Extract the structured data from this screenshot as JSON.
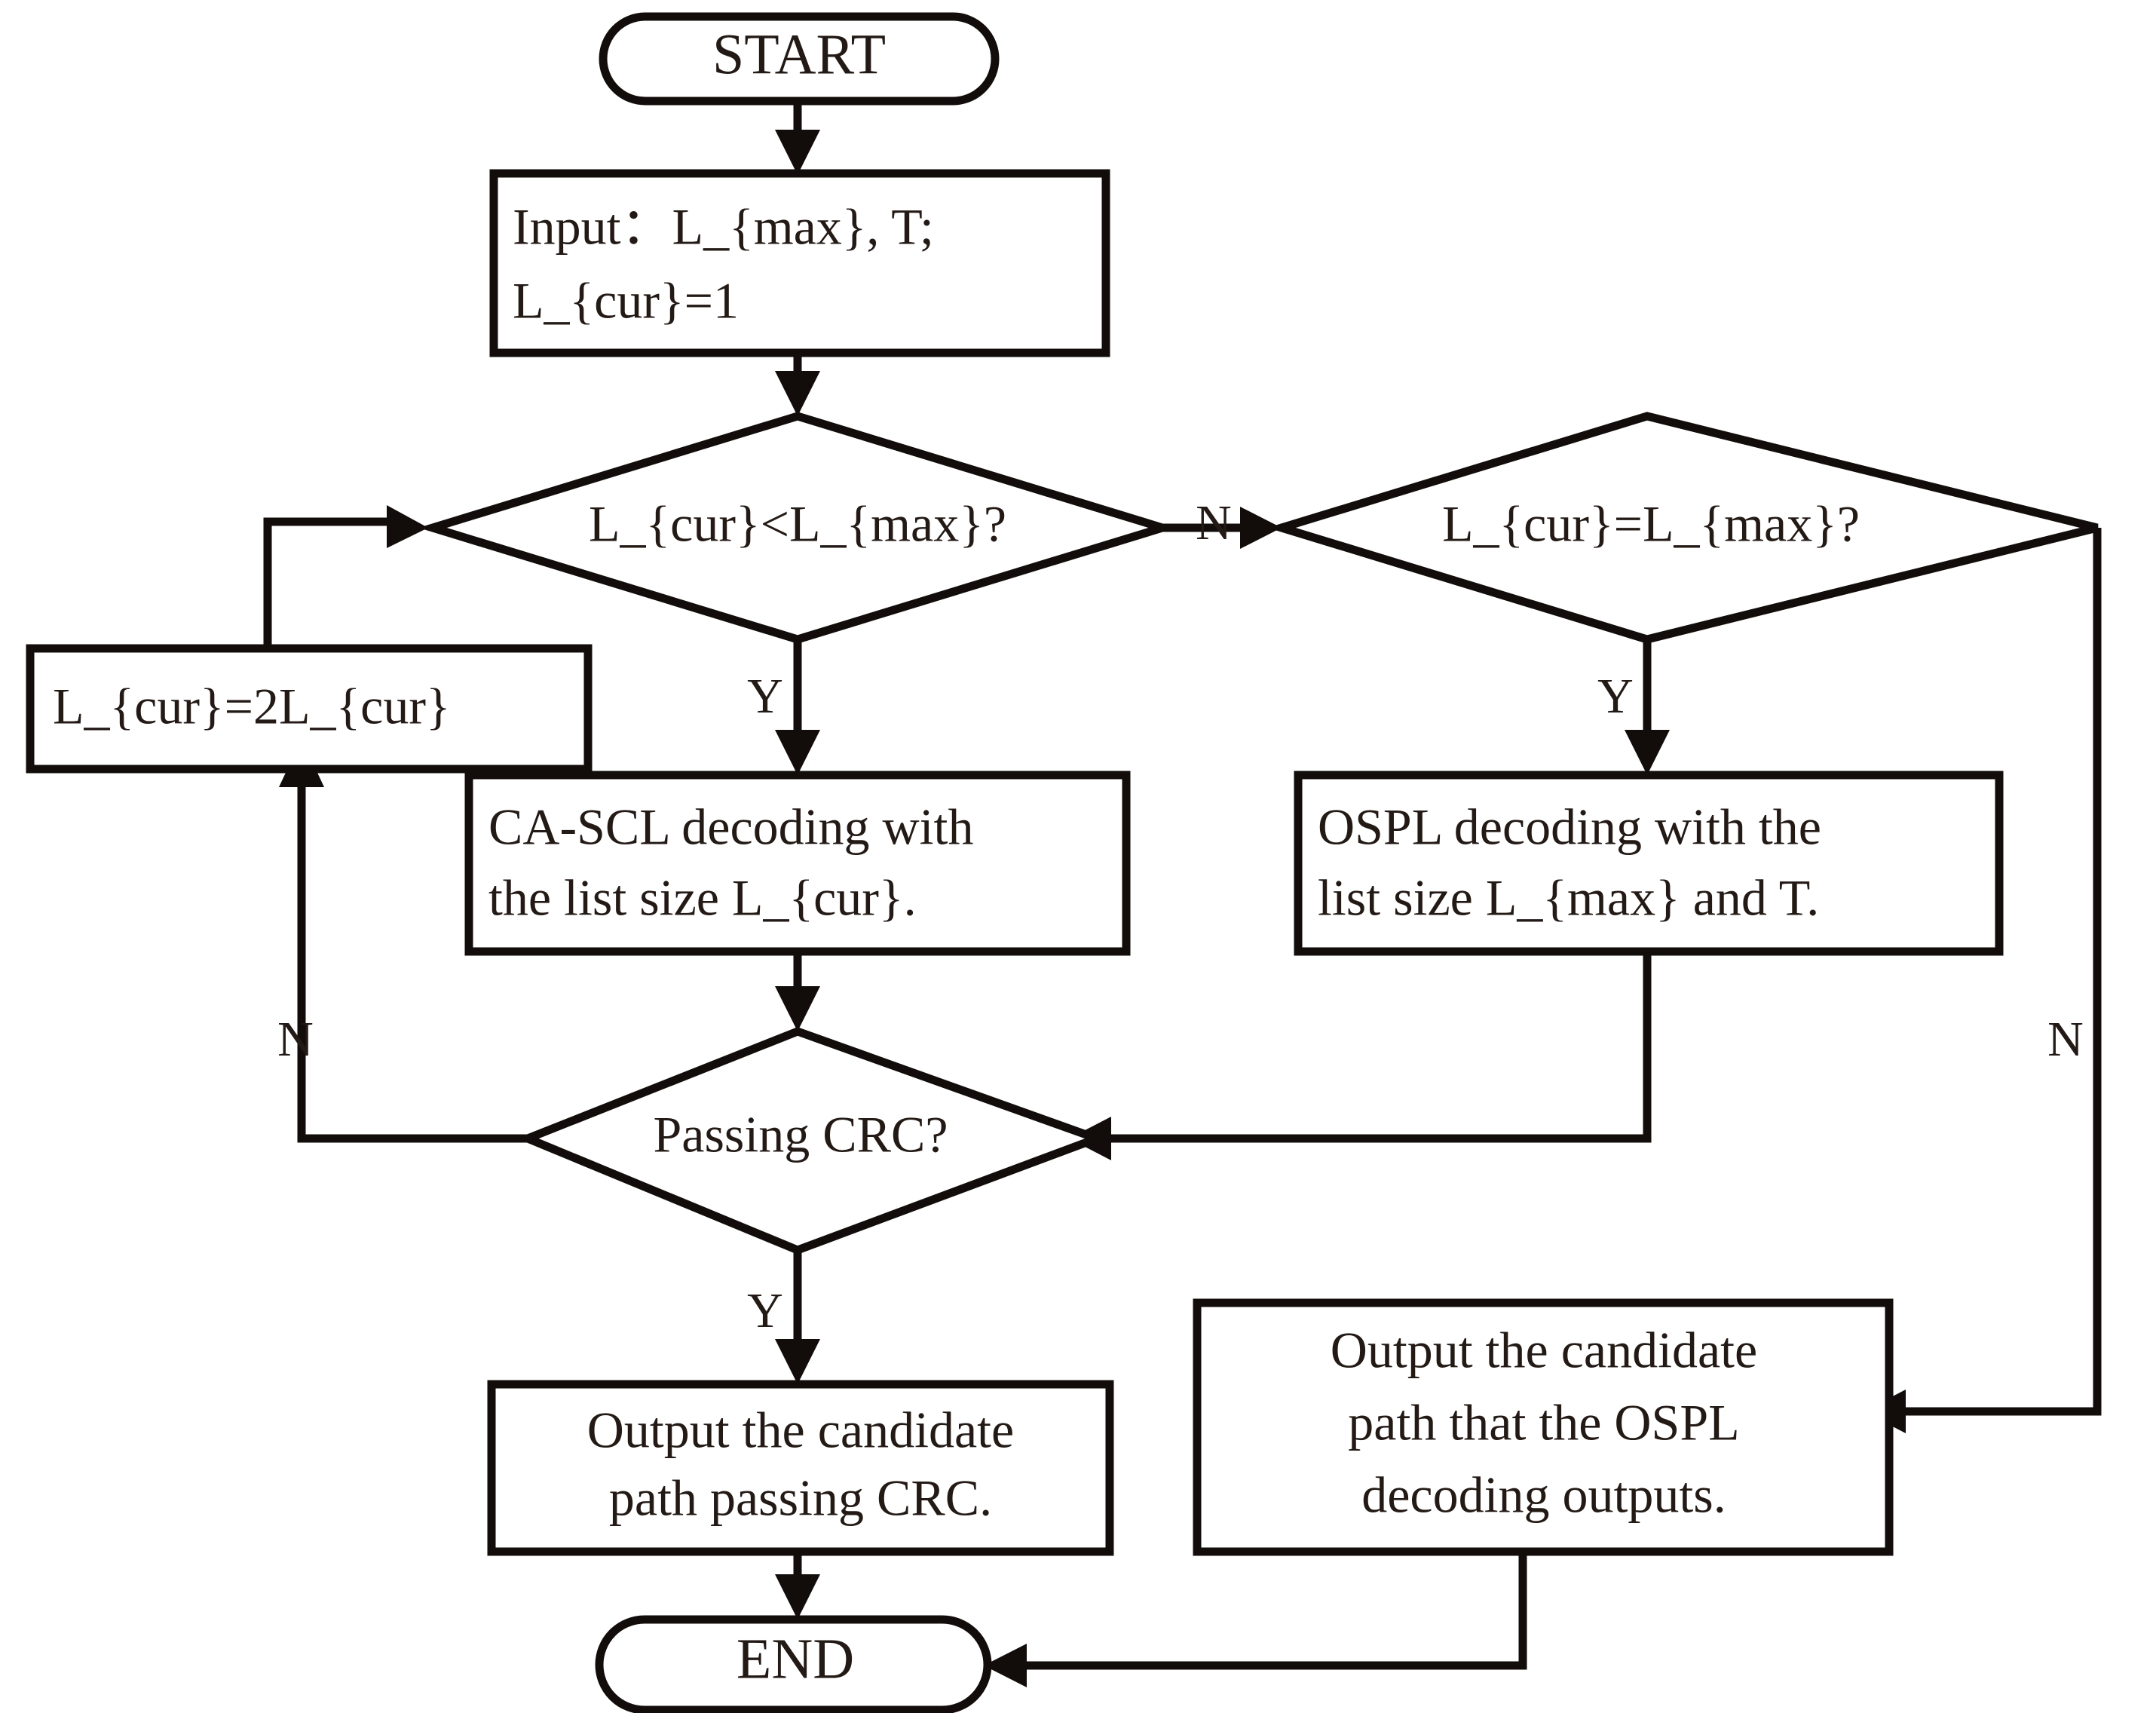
{
  "chart_data": {
    "type": "diagram",
    "diagram_kind": "flowchart",
    "title": "",
    "orientation": "top-to-bottom",
    "colors": {
      "background": "#ffffff",
      "stroke": "#120d0b",
      "text": "#231a16"
    }
  },
  "nodes": {
    "start": {
      "id": "start",
      "shape": "terminator",
      "label": "START"
    },
    "input": {
      "id": "input",
      "shape": "process",
      "lines": [
        "Input：L_{max}, T;",
        "L_{cur}=1"
      ],
      "align": "left"
    },
    "decision_lt": {
      "id": "decision_lt",
      "shape": "decision",
      "label": "L_{cur}<L_{max}?"
    },
    "decision_eq": {
      "id": "decision_eq",
      "shape": "decision",
      "label": "L_{cur}=L_{max}?"
    },
    "double_list": {
      "id": "double_list",
      "shape": "process",
      "label": "L_{cur}=2L_{cur}",
      "align": "left"
    },
    "cascl": {
      "id": "cascl",
      "shape": "process",
      "lines": [
        "CA-SCL decoding with",
        "the list size L_{cur}."
      ],
      "align": "left"
    },
    "ospl": {
      "id": "ospl",
      "shape": "process",
      "lines": [
        "OSPL decoding with the",
        "list size  L_{max} and T."
      ],
      "align": "left"
    },
    "crc": {
      "id": "crc",
      "shape": "decision",
      "label": "Passing CRC?"
    },
    "output_crc": {
      "id": "output_crc",
      "shape": "process",
      "lines": [
        "Output the candidate",
        "path passing CRC."
      ],
      "align": "center"
    },
    "output_ospl": {
      "id": "output_ospl",
      "shape": "process",
      "lines": [
        "Output the candidate",
        "path that the OSPL",
        "decoding outputs."
      ],
      "align": "center"
    },
    "end": {
      "id": "end",
      "shape": "terminator",
      "label": "END"
    }
  },
  "edge_labels": {
    "lt_no": "N",
    "lt_yes": "Y",
    "eq_yes": "Y",
    "eq_no": "N",
    "crc_yes": "Y",
    "crc_no": "N"
  },
  "edges": [
    {
      "from": "start",
      "to": "input",
      "label": ""
    },
    {
      "from": "input",
      "to": "decision_lt",
      "label": ""
    },
    {
      "from": "decision_lt",
      "to": "decision_eq",
      "label": "N"
    },
    {
      "from": "decision_lt",
      "to": "cascl",
      "label": "Y"
    },
    {
      "from": "decision_eq",
      "to": "ospl",
      "label": "Y"
    },
    {
      "from": "decision_eq",
      "to": "output_ospl",
      "label": "N"
    },
    {
      "from": "cascl",
      "to": "crc",
      "label": ""
    },
    {
      "from": "ospl",
      "to": "crc",
      "label": ""
    },
    {
      "from": "crc",
      "to": "double_list",
      "label": "N"
    },
    {
      "from": "crc",
      "to": "output_crc",
      "label": "Y"
    },
    {
      "from": "double_list",
      "to": "decision_lt",
      "label": ""
    },
    {
      "from": "output_crc",
      "to": "end",
      "label": ""
    },
    {
      "from": "output_ospl",
      "to": "end",
      "label": ""
    }
  ]
}
